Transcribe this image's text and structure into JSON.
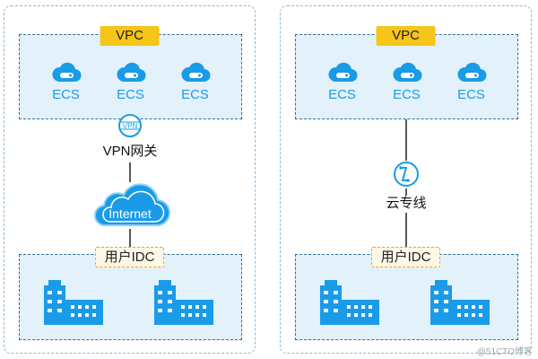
{
  "left": {
    "vpc_label": "VPC",
    "ecs": [
      "ECS",
      "ECS",
      "ECS"
    ],
    "vpn_icon_text": "VPN",
    "gateway_label": "VPN网关",
    "cloud_label": "Internet",
    "idc_label": "用户IDC"
  },
  "right": {
    "vpc_label": "VPC",
    "ecs": [
      "ECS",
      "ECS",
      "ECS"
    ],
    "line_label": "云专线",
    "idc_label": "用户IDC"
  },
  "watermark": "@51CTO博客",
  "colors": {
    "accent": "#1a9be8",
    "vpc_tag": "#f5c518",
    "vpc_fill": "#e3f1fb"
  }
}
